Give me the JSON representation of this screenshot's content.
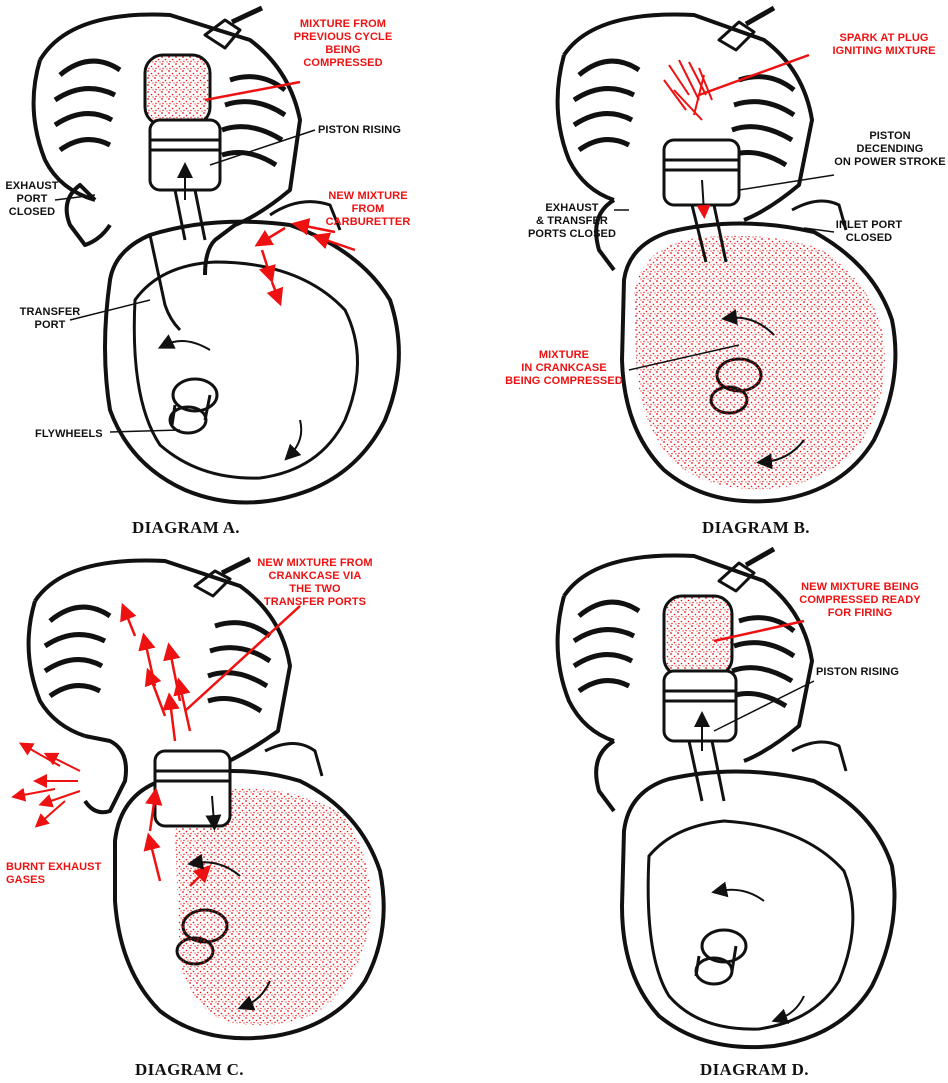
{
  "diagrams": [
    {
      "caption": "DIAGRAM A.",
      "labels": {
        "mixture_prev": "MIXTURE FROM\nPREVIOUS CYCLE\nBEING\nCOMPRESSED",
        "piston_rising": "PISTON RISING",
        "exhaust_port": "EXHAUST\nPORT\nCLOSED",
        "new_mixture": "NEW MIXTURE\nFROM\nCARBURETTER",
        "transfer_port": "TRANSFER\nPORT",
        "flywheels": "FLYWHEELS"
      }
    },
    {
      "caption": "DIAGRAM B.",
      "labels": {
        "spark": "SPARK AT PLUG\nIGNITING MIXTURE",
        "piston_desc": "PISTON\nDECENDING\nON POWER STROKE",
        "exhaust_transfer": "EXHAUST\n& TRANSFER\nPORTS CLOSED",
        "inlet_port": "INLET PORT\nCLOSED",
        "crankcase_mixture": "MIXTURE\nIN CRANKCASE\nBEING COMPRESSED"
      }
    },
    {
      "caption": "DIAGRAM C.",
      "labels": {
        "new_mixture_crankcase": "NEW MIXTURE FROM\nCRANKCASE VIA\nTHE TWO\nTRANSFER PORTS",
        "burnt_exhaust": "BURNT EXHAUST\nGASES"
      }
    },
    {
      "caption": "DIAGRAM D.",
      "labels": {
        "compressed_ready": "NEW MIXTURE BEING\nCOMPRESSED READY\nFOR FIRING",
        "piston_rising": "PISTON RISING"
      }
    }
  ],
  "colors": {
    "annotation_red": "#ee1111",
    "ink": "#111111",
    "paper": "#ffffff"
  }
}
